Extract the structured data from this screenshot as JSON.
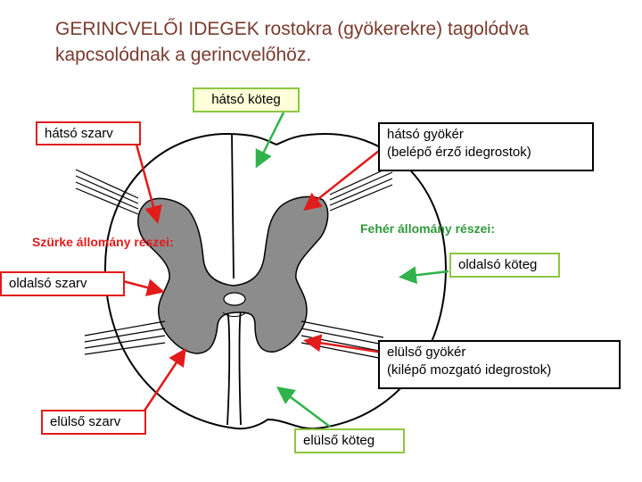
{
  "title": {
    "line1": "GERINCVELŐI IDEGEK rostokra (gyökerekre) tagolódva",
    "line2": "kapcsolódnak a gerincvelőhöz."
  },
  "labels": {
    "hatso_koteg": "hátsó köteg",
    "hatso_szarv": "hátsó szarv",
    "hatso_gyoker_1": "hátsó gyökér",
    "hatso_gyoker_2": "(belépő érző idegrostok)",
    "szurke_allomany": "Szürke állomány részei:",
    "feher_allomany": "Fehér állomány részei:",
    "oldalso_koteg": "oldalsó köteg",
    "oldalso_szarv": "oldalsó szarv",
    "elulso_gyoker_1": "elülső gyökér",
    "elulso_gyoker_2": "(kilépő mozgató idegrostok)",
    "elulso_szarv": "elülső szarv",
    "elulso_koteg": "elülső köteg"
  },
  "colors": {
    "title": "#7a3b2e",
    "gray_matter": "#8c8c8c",
    "arrow_red": "#e21b1b",
    "arrow_green": "#2fb34a",
    "box_green_border": "#8dc63f"
  }
}
